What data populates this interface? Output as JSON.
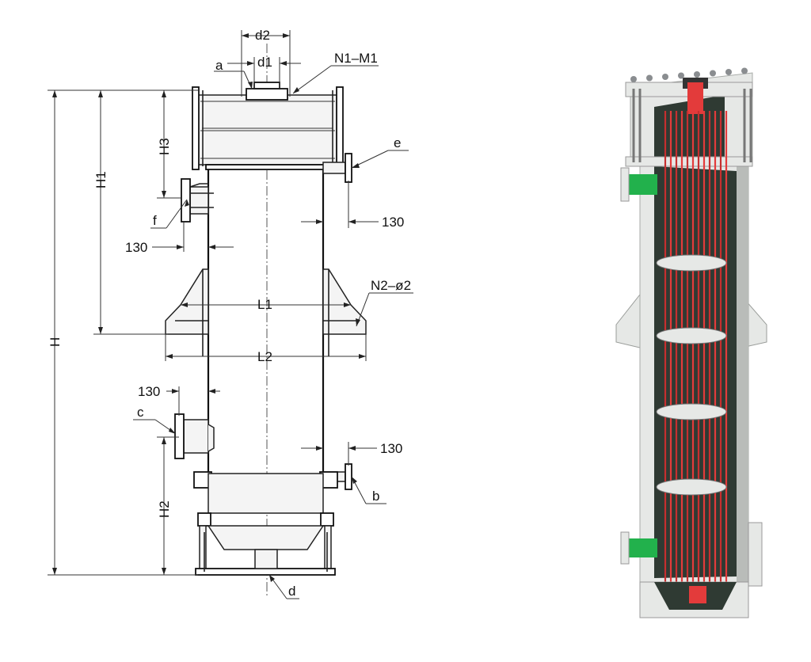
{
  "drawing": {
    "dimensions": {
      "d2": "d2",
      "d1": "d1",
      "a": "a",
      "n1m1": "N1–M1",
      "h": "H",
      "h1": "H1",
      "h3": "H3",
      "e": "e",
      "f": "f",
      "w130_e": "130",
      "w130_f": "130",
      "n2": "N2–ø2",
      "l1": "L1",
      "l2": "L2",
      "w130_c": "130",
      "c": "c",
      "w130_b": "130",
      "b": "b",
      "h2": "H2",
      "d": "d"
    }
  },
  "render": {
    "colors": {
      "shell": "#e6e8e6",
      "shell_shadow": "#b9bcb9",
      "inner": "#2f3a33",
      "tube_red": "#e33b3b",
      "nozzle_green": "#22b14c",
      "bolt": "#8a8d90"
    }
  }
}
